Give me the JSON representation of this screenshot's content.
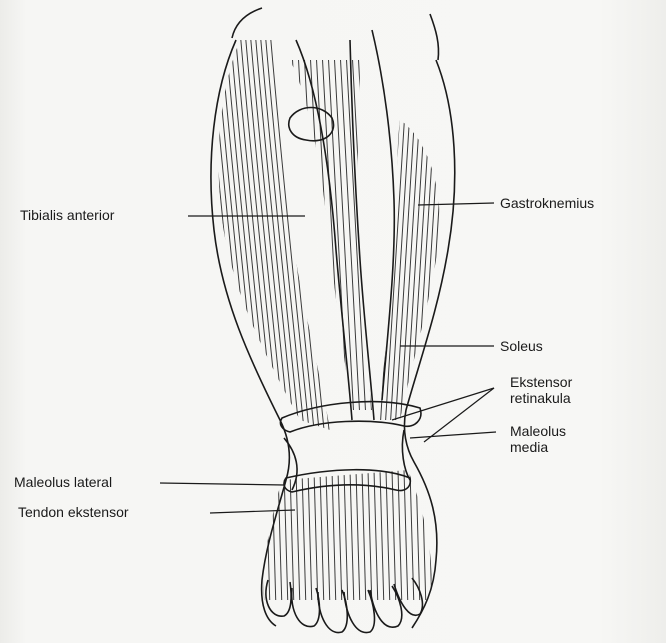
{
  "figure": {
    "labels": {
      "tibialis_anterior": "Tibialis anterior",
      "gastroknemius": "Gastroknemius",
      "soleus": "Soleus",
      "ekstensor_retinakula": "Ekstensor\nretinakula",
      "maleolus_media": "Maleolus\nmedia",
      "maleolus_lateral": "Maleolus lateral",
      "tendon_ekstensor": "Tendon ekstensor"
    },
    "colors": {
      "ink": "#1a1a1a",
      "paper": "#f4f4f2"
    }
  }
}
